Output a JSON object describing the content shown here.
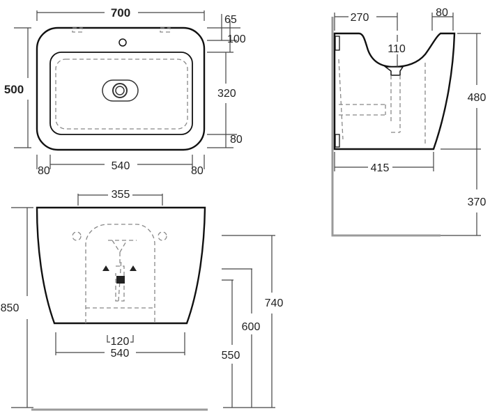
{
  "top_view": {
    "width": "700",
    "depth": "500",
    "rim_front": "65",
    "rim_inner": "100",
    "bowl_depth": "320",
    "back_rim": "80",
    "side_left": "80",
    "bowl_width": "540",
    "side_right": "80"
  },
  "side_view": {
    "top_depth": "270",
    "back_offset": "80",
    "bowl_height": "110",
    "height": "480",
    "base_depth": "415",
    "floor_gap": "370"
  },
  "front_view": {
    "top_width": "355",
    "total_height": "850",
    "fixing_height_1": "740",
    "fixing_height_2": "600",
    "fixing_height_3": "550",
    "drain_width": "120",
    "base_width": "540"
  }
}
